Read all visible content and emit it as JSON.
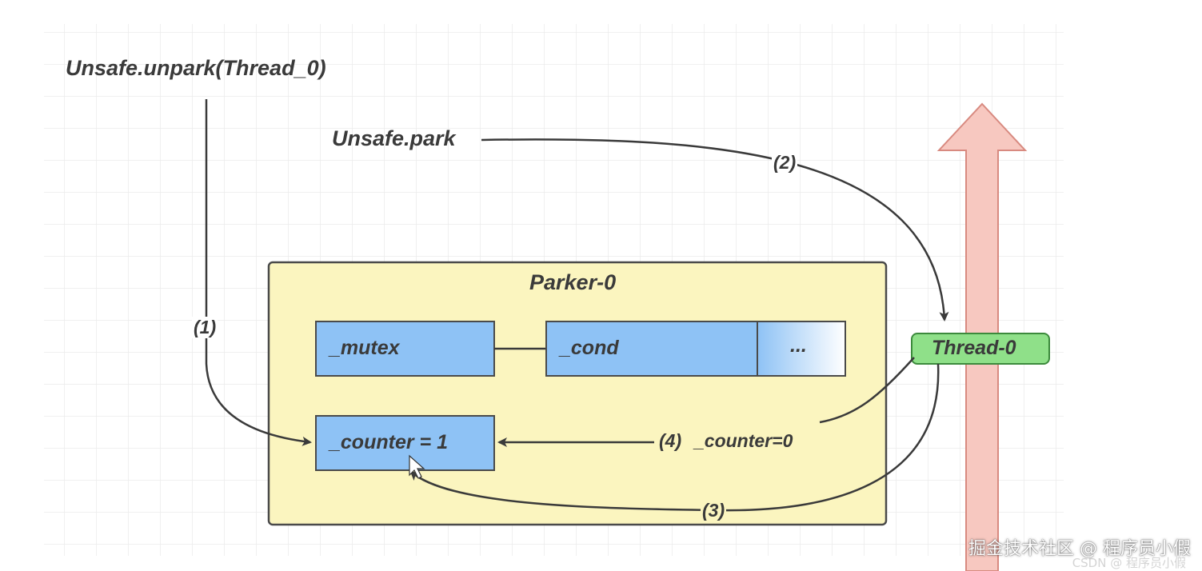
{
  "labels": {
    "unpark_call": "Unsafe.unpark(Thread_0)",
    "park_call": "Unsafe.park",
    "parker_title": "Parker-0",
    "mutex": "_mutex",
    "cond": "_cond",
    "ellipsis": "...",
    "counter": "_counter = 1",
    "thread": "Thread-0",
    "step1": "(1)",
    "step2": "(2)",
    "step3": "(3)",
    "step4": "(4)",
    "step4_note": "_counter=0"
  },
  "watermark": "掘金技术社区 @ 程序员小假",
  "watermark_sub": "CSDN @ 程序员小假",
  "colors": {
    "grid": "#ececec",
    "parker_fill": "#fbf5bf",
    "parker_border": "#4a4a4a",
    "box_fill": "#8ec2f5",
    "thread_fill": "#8fe089",
    "arrow_fill": "#f7c8c0",
    "arrow_stroke": "#d88a80",
    "line": "#3a3a3a"
  }
}
